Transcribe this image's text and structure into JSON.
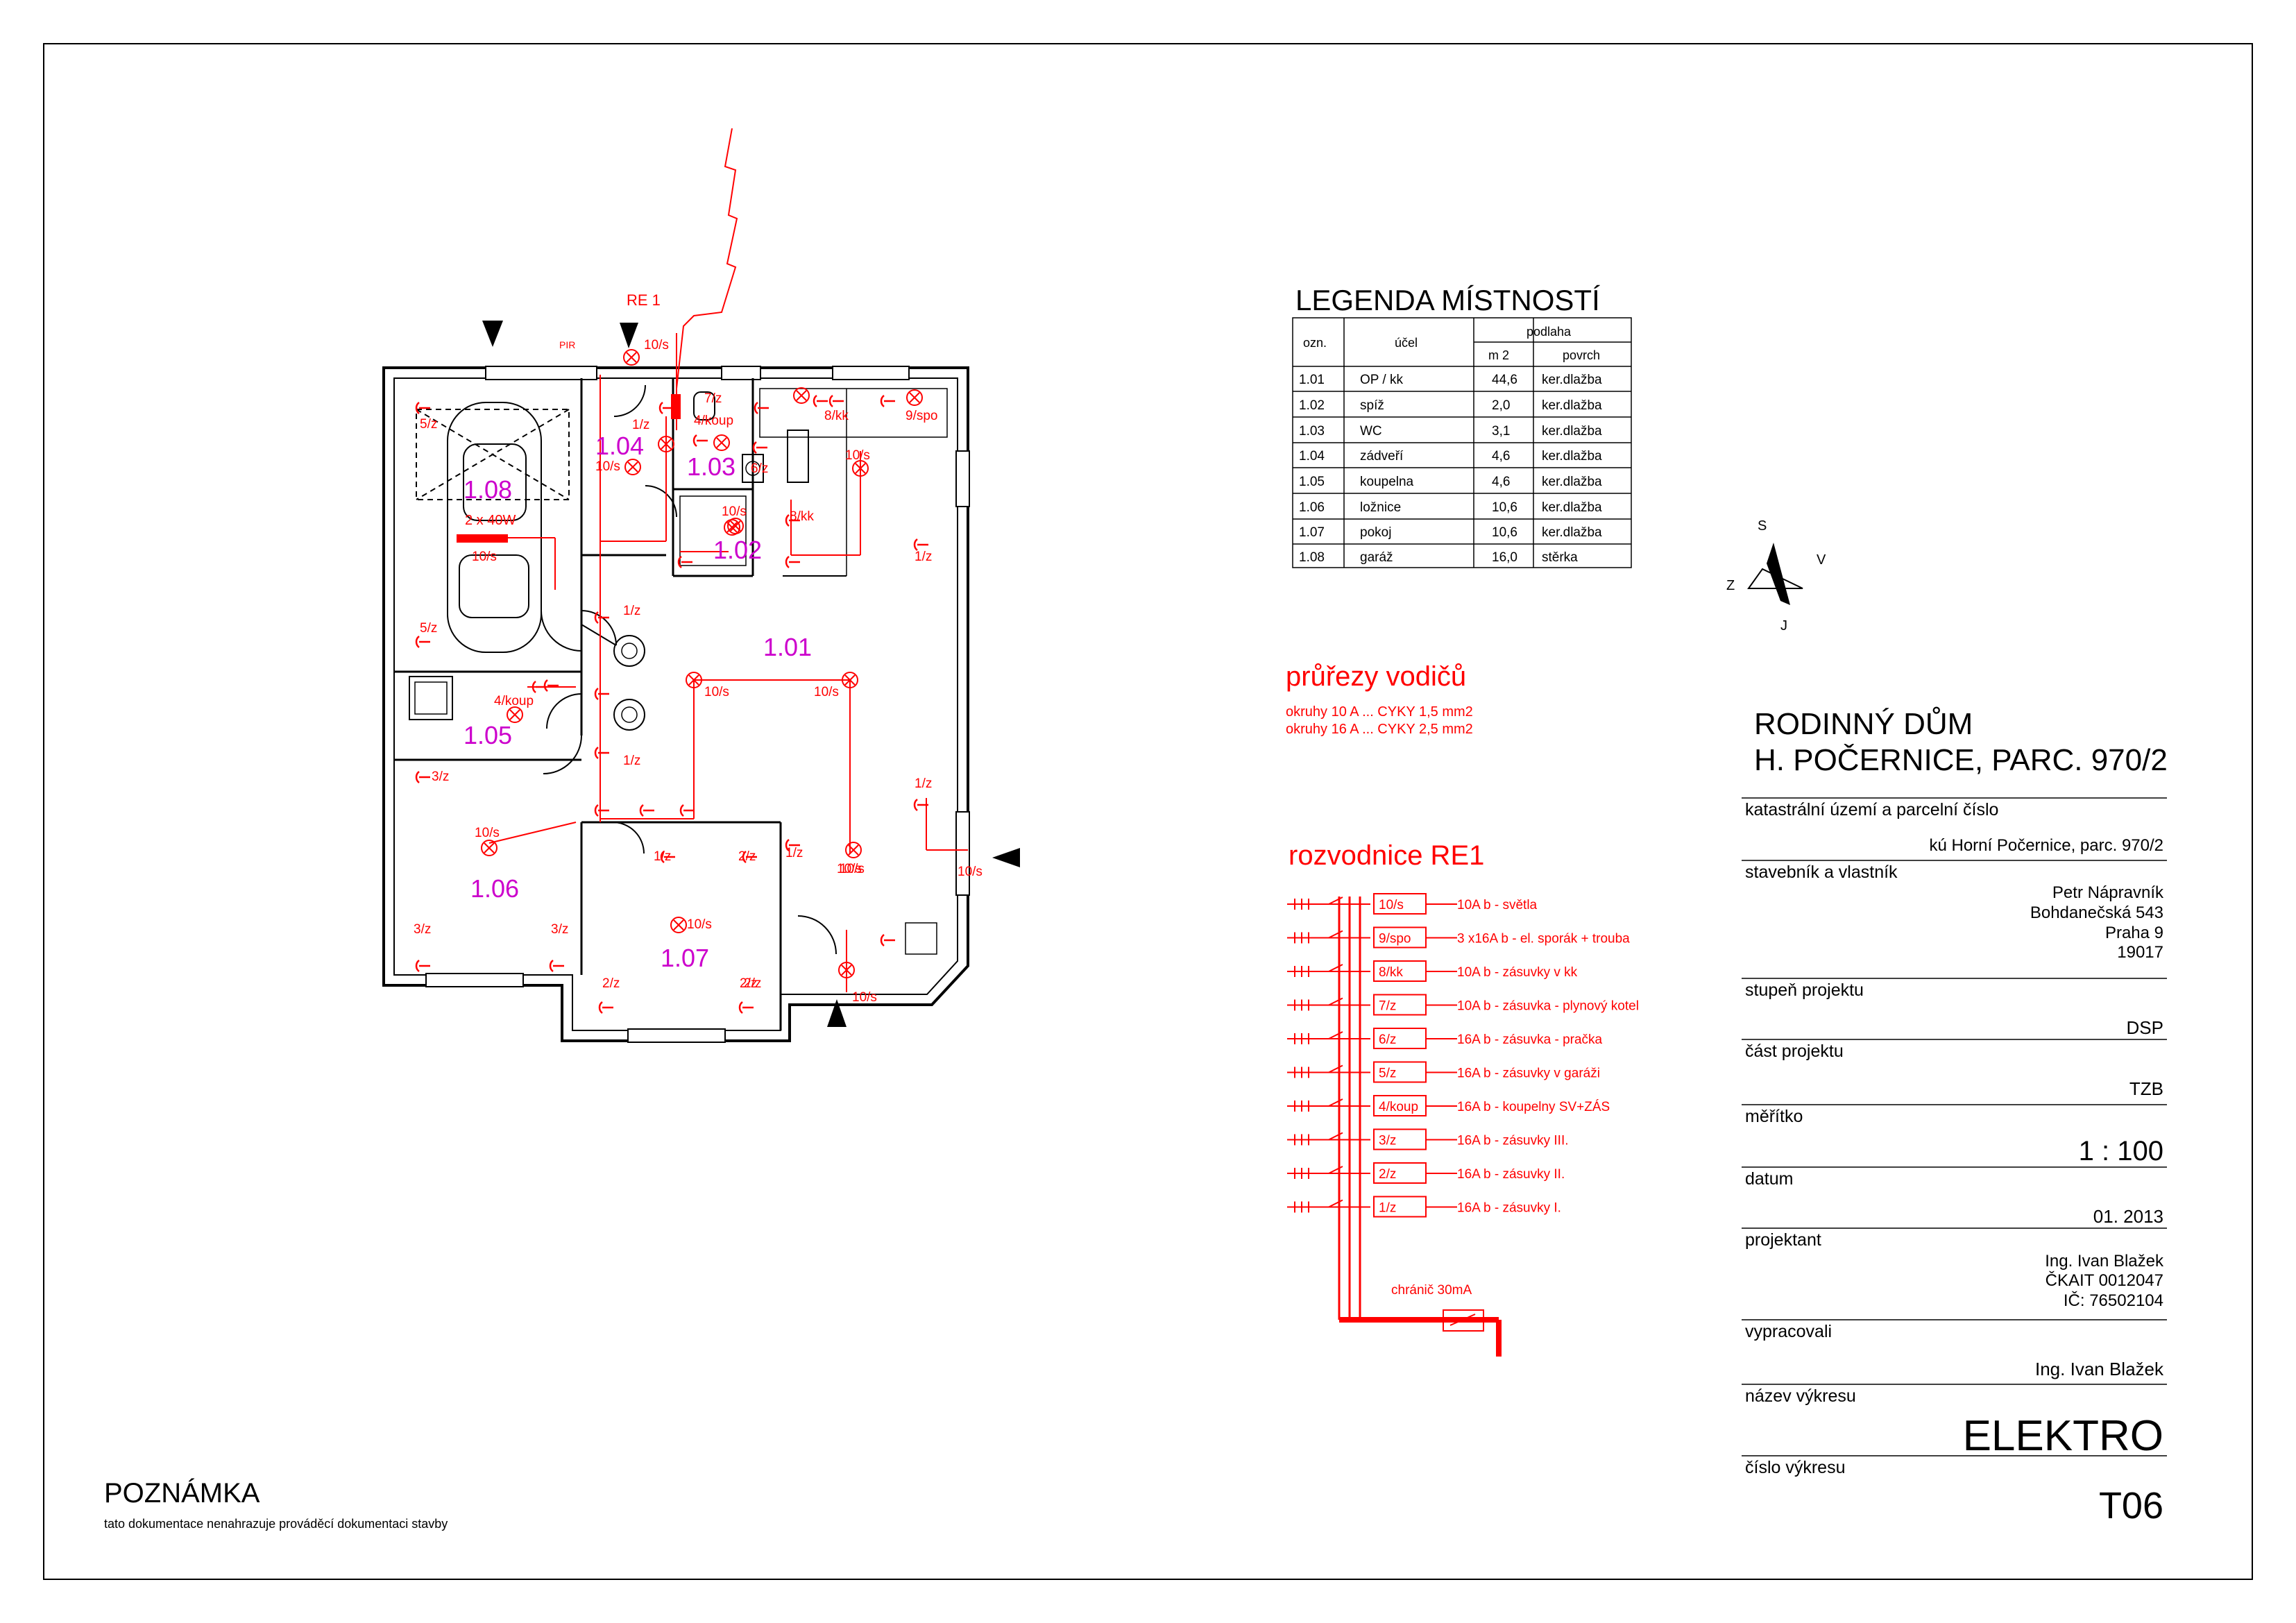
{
  "room_legend": {
    "title": "LEGENDA MÍSTNOSTÍ",
    "headers": {
      "code": "ozn.",
      "purpose": "účel",
      "floor": "podlaha",
      "area": "m 2",
      "surface": "povrch"
    },
    "rows": [
      {
        "code": "1.01",
        "purpose": "OP / kk",
        "area": "44,6",
        "surface": "ker.dlažba"
      },
      {
        "code": "1.02",
        "purpose": "spíž",
        "area": "2,0",
        "surface": "ker.dlažba"
      },
      {
        "code": "1.03",
        "purpose": "WC",
        "area": "3,1",
        "surface": "ker.dlažba"
      },
      {
        "code": "1.04",
        "purpose": "zádveří",
        "area": "4,6",
        "surface": "ker.dlažba"
      },
      {
        "code": "1.05",
        "purpose": "koupelna",
        "area": "4,6",
        "surface": "ker.dlažba"
      },
      {
        "code": "1.06",
        "purpose": "ložnice",
        "area": "10,6",
        "surface": "ker.dlažba"
      },
      {
        "code": "1.07",
        "purpose": "pokoj",
        "area": "10,6",
        "surface": "ker.dlažba"
      },
      {
        "code": "1.08",
        "purpose": "garáž",
        "area": "16,0",
        "surface": "stěrka"
      }
    ]
  },
  "compass": {
    "s": "S",
    "v": "V",
    "z": "Z",
    "j": "J"
  },
  "wire_sections": {
    "title": "průřezy vodičů",
    "line1": "okruhy 10 A ... CYKY 1,5 mm2",
    "line2": "okruhy 16 A ... CYKY 2,5 mm2"
  },
  "distribution_board": {
    "title": "rozvodnice RE1",
    "circuits": [
      {
        "code": "10/s",
        "desc": "10A b - světla"
      },
      {
        "code": "9/spo",
        "desc": "3 x16A b - el. sporák + trouba"
      },
      {
        "code": "8/kk",
        "desc": "10A b - zásuvky v kk"
      },
      {
        "code": "7/z",
        "desc": "10A b - zásuvka - plynový kotel"
      },
      {
        "code": "6/z",
        "desc": "16A b - zásuvka - pračka"
      },
      {
        "code": "5/z",
        "desc": "16A b - zásuvky v garáži"
      },
      {
        "code": "4/koup",
        "desc": "16A b - koupelny SV+ZÁS"
      },
      {
        "code": "3/z",
        "desc": "16A b - zásuvky III."
      },
      {
        "code": "2/z",
        "desc": "16A b - zásuvky II."
      },
      {
        "code": "1/z",
        "desc": "16A b - zásuvky I."
      }
    ],
    "rcd_label": "chránič 30mA"
  },
  "title_block": {
    "title_line1": "RODINNÝ DŮM",
    "title_line2": "H. POČERNICE, PARC. 970/2",
    "fields": [
      {
        "label": "katastrální území a parcelní číslo",
        "lines": [
          "kú Horní Počernice, parc. 970/2"
        ]
      },
      {
        "label": "stavebník a vlastník",
        "lines": [
          "Petr Nápravník",
          "Bohdanečská 543",
          "Praha 9",
          "19017"
        ]
      },
      {
        "label": "stupeň projektu",
        "lines": [
          "DSP"
        ]
      },
      {
        "label": "část projektu",
        "lines": [
          "TZB"
        ]
      },
      {
        "label": "měřítko",
        "lines": [
          "1 : 100"
        ]
      },
      {
        "label": "datum",
        "lines": [
          "01. 2013"
        ]
      },
      {
        "label": "projektant",
        "lines": [
          "Ing. Ivan Blažek",
          "ČKAIT 0012047",
          "IČ: 76502104"
        ]
      },
      {
        "label": "vypracovali",
        "lines": [
          "Ing. Ivan Blažek"
        ]
      },
      {
        "label": "název výkresu",
        "lines": [
          "ELEKTRO"
        ]
      },
      {
        "label": "číslo výkresu",
        "lines": [
          "T06"
        ]
      }
    ]
  },
  "note": {
    "title": "POZNÁMKA",
    "text": "tato dokumentace nenahrazuje prováděcí dokumentaci stavby"
  },
  "floor_plan": {
    "board_label": "RE 1",
    "rooms": [
      "1.01",
      "1.02",
      "1.03",
      "1.04",
      "1.05",
      "1.06",
      "1.07",
      "1.08"
    ],
    "garage_light": "2 x 40W",
    "pir": "PIR",
    "labels": [
      "10/s",
      "5/z",
      "5/z",
      "1/z",
      "10/s",
      "4/koup",
      "7/z",
      "6/z",
      "8/kk",
      "9/spo",
      "10/s",
      "10/s",
      "8/kk",
      "1/z",
      "1/z",
      "10/s",
      "1/z",
      "4/koup",
      "10/s",
      "10/s",
      "1/z",
      "1/z",
      "3/z",
      "10/s",
      "3/z",
      "3/z",
      "2/z",
      "2/z",
      "1/z",
      "10/s",
      "10/s",
      "10/s",
      "2/z",
      "2/z",
      "10/s",
      "10/s"
    ]
  },
  "colors": {
    "accent": "#ff0000",
    "room_label": "#cc00cc",
    "line": "#000000"
  }
}
